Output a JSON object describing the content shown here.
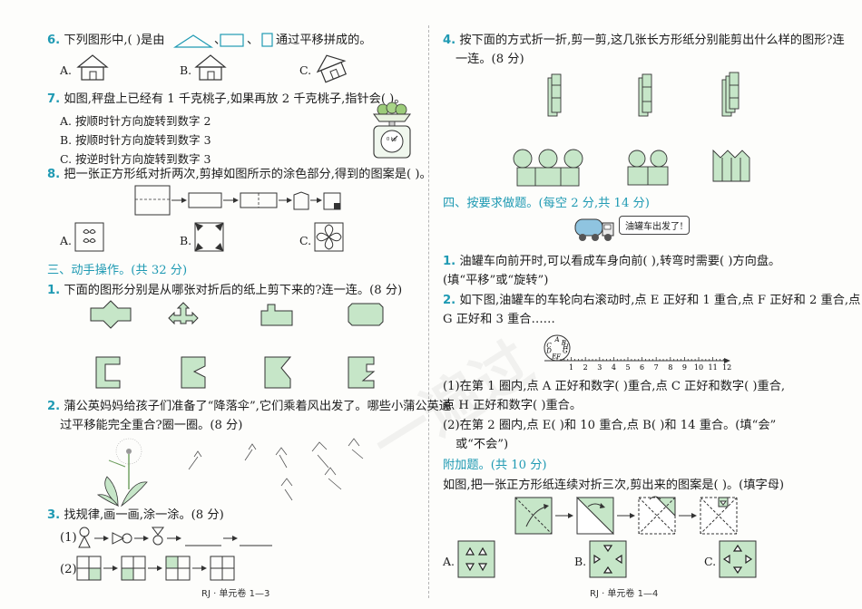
{
  "left": {
    "q6": {
      "num": "6.",
      "text": "下列图形中,(      )是由",
      "mid": "、",
      "after": "通过平移拼成的。",
      "options": [
        "A.",
        "B.",
        "C."
      ]
    },
    "q7": {
      "num": "7.",
      "text": "如图,秤盘上已经有 1 千克桃子,如果再放 2 千克桃子,指针会(      )。",
      "options": [
        "A. 按顺时针方向旋转到数字 2",
        "B. 按顺时针方向旋转到数字 3",
        "C. 按逆时针方向旋转到数字 3"
      ],
      "scale_label": "0 kg"
    },
    "q8": {
      "num": "8.",
      "text": "把一张正方形纸对折两次,剪掉如图所示的涂色部分,得到的图案是(      )。",
      "options": [
        "A.",
        "B.",
        "C."
      ]
    },
    "section3": {
      "title": "三、动手操作。(共 32 分)"
    },
    "p1": {
      "num": "1.",
      "text": "下面的图形分别是从哪张对折后的纸上剪下来的?连一连。(8 分)"
    },
    "p2": {
      "num": "2.",
      "line1": "蒲公英妈妈给孩子们准备了“降落伞”,它们乘着风出发了。哪些小蒲公英通",
      "line2": "过平移能完全重合?圈一圈。(8 分)"
    },
    "p3": {
      "num": "3.",
      "text": "找规律,画一画,涂一涂。(8 分)",
      "row1": "(1)",
      "row2": "(2)"
    },
    "footer": "RJ · 单元卷 1—3"
  },
  "right": {
    "p4": {
      "num": "4.",
      "line1": "按下面的方式折一折,剪一剪,这几张长方形纸分别能剪出什么样的图形?连",
      "line2": "一连。(8 分)"
    },
    "section4": {
      "title": "四、按要求做题。(每空 2 分,共 14 分)",
      "bubble": "油罐车出发了!"
    },
    "r1": {
      "num": "1.",
      "line1": "油罐车向前开时,可以看成车身向前(          ),转弯时需要(          )方向盘。",
      "line2": "(填“平移”或“旋转”)"
    },
    "r2": {
      "num": "2.",
      "line1": "如下图,油罐车的车轮向右滚动时,点 E 正好和 1 重合,点 F 正好和 2 重合,点",
      "line2": "G 正好和 3 重合……",
      "wheel_letters": [
        "A",
        "B",
        "C",
        "D",
        "E",
        "F",
        "G",
        "H"
      ],
      "ticks": [
        "1",
        "2",
        "3",
        "4",
        "5",
        "6",
        "7",
        "8",
        "9",
        "10",
        "11",
        "12"
      ],
      "sub1a": "(1)在第 1 圈内,点 A 正好和数字(          )重合,点 C 正好和数字(          )重合,",
      "sub1b": "点 H 正好和数字(          )重合。",
      "sub2a": "(2)在第 2 圈内,点 E(          )和 10 重合,点 B(          )和 14 重合。(填“会”",
      "sub2b": "或“不会”)"
    },
    "extra": {
      "title": "附加题。(共 10 分)",
      "text": "如图,把一张正方形纸连续对折三次,剪出来的图案是(        )。(填字母)",
      "options": [
        "A.",
        "B.",
        "C."
      ]
    },
    "footer": "RJ · 单元卷 1—4"
  },
  "watermark": "一遍过"
}
